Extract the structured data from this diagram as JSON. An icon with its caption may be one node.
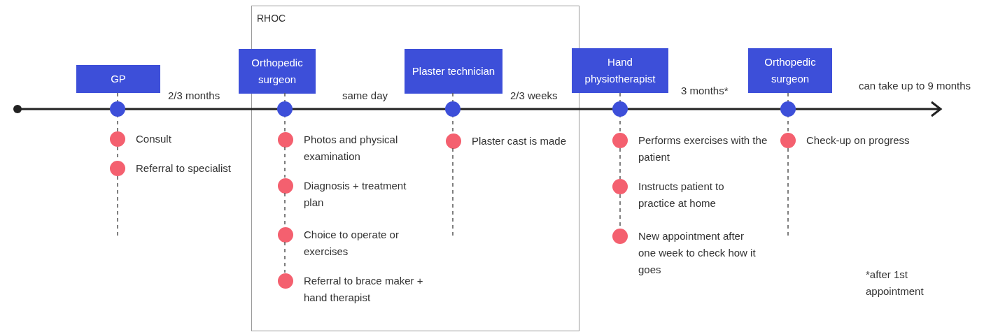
{
  "diagram": {
    "nodes": [
      {
        "text": [
          "GP"
        ]
      },
      {
        "text": [],
        "shape": "circle",
        "beside": [
          "Consult"
        ]
      },
      {
        "text": [],
        "shape": "circle",
        "beside": [
          "Referral to specialist"
        ]
      },
      {
        "text": [
          "RHOC"
        ]
      },
      {
        "text": [
          "Orthopedic surgeon"
        ],
        "in": 3
      },
      {
        "text": [],
        "shape": "circle",
        "beside": [
          "Photos and physical examination"
        ],
        "in": 3
      },
      {
        "text": [],
        "shape": "circle",
        "beside": [
          "Diagnosis + treatment plan"
        ],
        "in": 3
      },
      {
        "text": [],
        "shape": "circle",
        "beside": [
          "Choice to operate or exercises"
        ],
        "in": 3
      },
      {
        "text": [],
        "shape": "circle",
        "beside": [
          "Referral to brace maker + hand therapist"
        ],
        "in": 3
      },
      {
        "text": [
          "Plaster technician"
        ],
        "in": 3
      },
      {
        "text": [],
        "shape": "circle",
        "beside": [
          "Plaster cast is made"
        ],
        "in": 3
      },
      {
        "text": [
          "Hand physiotherapist"
        ]
      },
      {
        "text": [],
        "shape": "circle",
        "beside": [
          "Performs exercises with the patient"
        ]
      },
      {
        "text": [],
        "shape": "circle",
        "beside": [
          "Instructs patient to practice at home"
        ]
      },
      {
        "text": [],
        "shape": "circle",
        "beside": [
          "New appointment after one week to check how it goes"
        ]
      },
      {
        "text": [
          "Orthopedic surgeon"
        ]
      },
      {
        "text": [],
        "shape": "circle",
        "beside": [
          "Check-up on progress"
        ]
      }
    ],
    "edges": [
      {
        "from": 0,
        "to": 1,
        "arrow": "none",
        "style": "dashed"
      },
      {
        "from": 1,
        "to": 2,
        "arrow": "none",
        "style": "dashed"
      },
      {
        "from": 4,
        "to": 5,
        "arrow": "none",
        "style": "dashed"
      },
      {
        "from": 5,
        "to": 6,
        "arrow": "none",
        "style": "dashed"
      },
      {
        "from": 6,
        "to": 7,
        "arrow": "none",
        "style": "dashed"
      },
      {
        "from": 7,
        "to": 8,
        "arrow": "none",
        "style": "dashed"
      },
      {
        "from": 9,
        "to": 10,
        "arrow": "none",
        "style": "dashed"
      },
      {
        "from": 11,
        "to": 12,
        "arrow": "none",
        "style": "dashed"
      },
      {
        "from": 12,
        "to": 13,
        "arrow": "none",
        "style": "dashed"
      },
      {
        "from": 13,
        "to": 14,
        "arrow": "none",
        "style": "dashed"
      },
      {
        "from": 15,
        "to": 16,
        "arrow": "none",
        "style": "dashed"
      }
    ],
    "labels": [
      "2/3 months",
      "same day",
      "2/3 weeks",
      "3 months*",
      "can take up to 9 months",
      "*after 1st appointment"
    ]
  }
}
